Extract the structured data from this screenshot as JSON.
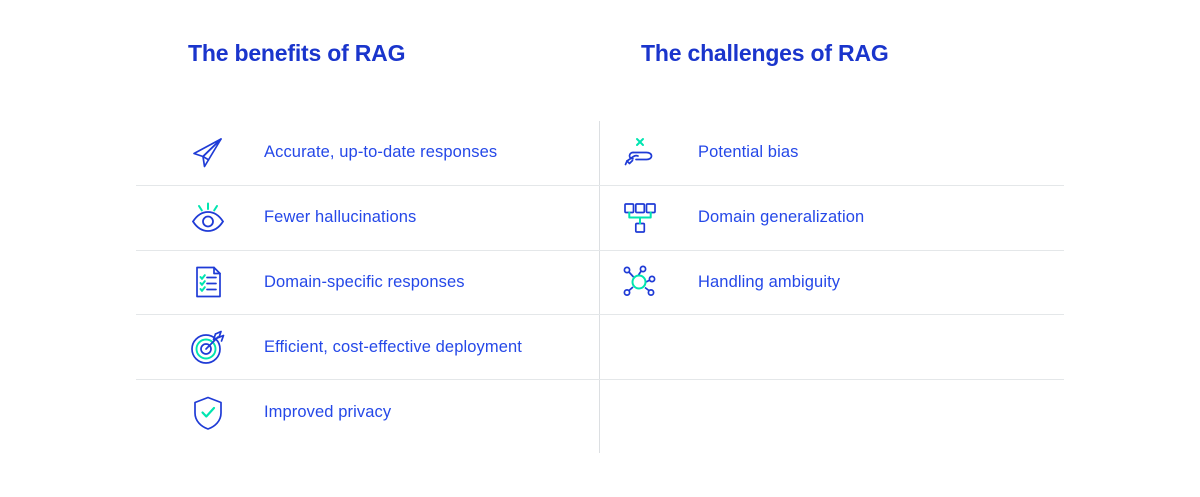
{
  "columns": {
    "benefits": {
      "heading": "The benefits of RAG",
      "items": [
        {
          "label": "Accurate, up-to-date responses",
          "icon": "paper-plane-icon"
        },
        {
          "label": "Fewer hallucinations",
          "icon": "eye-icon"
        },
        {
          "label": "Domain-specific responses",
          "icon": "document-checklist-icon"
        },
        {
          "label": "Efficient, cost-effective deployment",
          "icon": "target-dart-icon"
        },
        {
          "label": "Improved privacy",
          "icon": "shield-check-icon"
        }
      ]
    },
    "challenges": {
      "heading": "The challenges of RAG",
      "items": [
        {
          "label": "Potential bias",
          "icon": "hand-cross-icon"
        },
        {
          "label": "Domain generalization",
          "icon": "hierarchy-icon"
        },
        {
          "label": "Handling ambiguity",
          "icon": "network-nodes-icon"
        }
      ]
    }
  },
  "colors": {
    "heading_blue": "#1a35cc",
    "text_blue": "#2548e8",
    "icon_blue": "#1f3bd6",
    "accent_teal": "#00e5b0",
    "divider_gray": "#e4e7e9",
    "background": "#ffffff"
  }
}
